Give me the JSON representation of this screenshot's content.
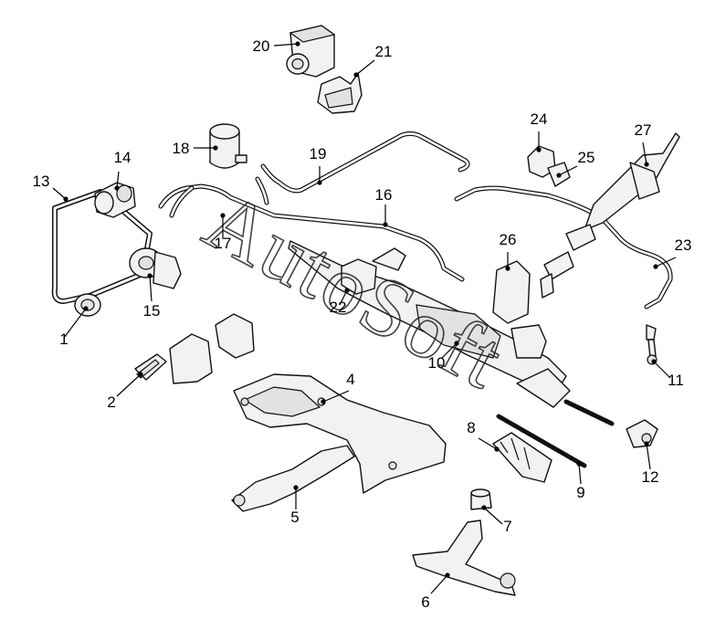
{
  "watermark": "AutoSoft",
  "callouts": [
    {
      "id": "1"
    },
    {
      "id": "2"
    },
    {
      "id": "4"
    },
    {
      "id": "5"
    },
    {
      "id": "6"
    },
    {
      "id": "7"
    },
    {
      "id": "8"
    },
    {
      "id": "9"
    },
    {
      "id": "10"
    },
    {
      "id": "11"
    },
    {
      "id": "12"
    },
    {
      "id": "13"
    },
    {
      "id": "14"
    },
    {
      "id": "15"
    },
    {
      "id": "16"
    },
    {
      "id": "17"
    },
    {
      "id": "18"
    },
    {
      "id": "19"
    },
    {
      "id": "20"
    },
    {
      "id": "21"
    },
    {
      "id": "22"
    },
    {
      "id": "23"
    },
    {
      "id": "24"
    },
    {
      "id": "25"
    },
    {
      "id": "26"
    },
    {
      "id": "27"
    }
  ]
}
